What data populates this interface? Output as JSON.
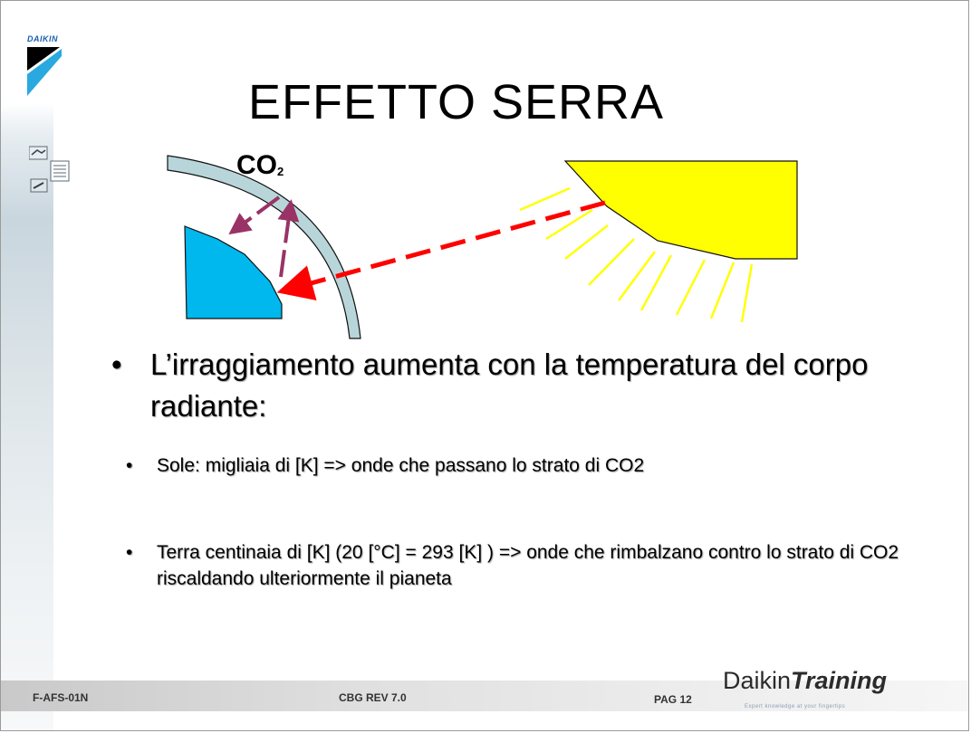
{
  "header": {
    "logo_text": "DAIKIN",
    "title": "EFFETTO SERRA"
  },
  "diagram": {
    "co2_label": "CO",
    "co2_sub": "2"
  },
  "bullets": {
    "main": "L’irraggiamento aumenta con la temperatura del corpo radiante:",
    "sub1": "Sole: migliaia di [K] => onde che passano lo strato di CO2",
    "sub2": "Terra centinaia di [K] (20 [°C] = 293 [K] ) => onde che rimbalzano contro lo strato di CO2 riscaldando ulteriormente il pianeta"
  },
  "footer": {
    "code": "F-AFS-01N",
    "revision": "CBG REV 7.0",
    "page": "PAG 12",
    "brand_plain": "Daikin",
    "brand_emph": "Training",
    "tagline": "Expert knowledge at your fingertips"
  },
  "colors": {
    "earth": "#00b7ee",
    "sun": "#ffff00",
    "atmosphere": "#b8d6d9",
    "solar_ray": "#ff0000",
    "reflected_ray": "#993366"
  },
  "icons": [
    "daikin-logo-icon",
    "handshake-icon",
    "document-list-icon",
    "tools-icon"
  ]
}
